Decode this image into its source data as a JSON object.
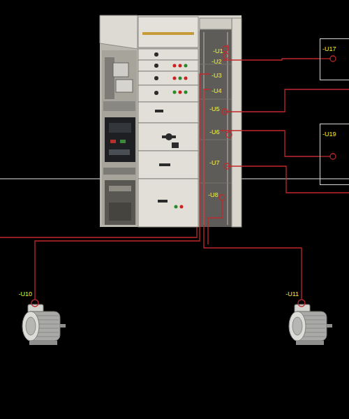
{
  "diagram": {
    "nodes": [
      {
        "text": [
          "-U1"
        ]
      },
      {
        "text": [
          "-U2"
        ]
      },
      {
        "text": [
          "-U3"
        ]
      },
      {
        "text": [
          "-U4"
        ]
      },
      {
        "text": [
          "-U5"
        ]
      },
      {
        "text": [
          "-U6"
        ]
      },
      {
        "text": [
          "-U7"
        ]
      },
      {
        "text": [
          "-U8"
        ]
      },
      {
        "text": [
          "-U17"
        ]
      },
      {
        "text": [
          "-U19"
        ]
      },
      {
        "text": [
          "-U10"
        ]
      },
      {
        "text": [
          "-U11"
        ]
      }
    ],
    "edges": [
      {
        "from": 1,
        "to": 8,
        "arrow": "none"
      },
      {
        "from": 5,
        "to": 9,
        "arrow": "none"
      },
      {
        "from": 2,
        "to": 10,
        "arrow": "none"
      },
      {
        "from": 3,
        "to": 11,
        "arrow": "none"
      }
    ]
  }
}
